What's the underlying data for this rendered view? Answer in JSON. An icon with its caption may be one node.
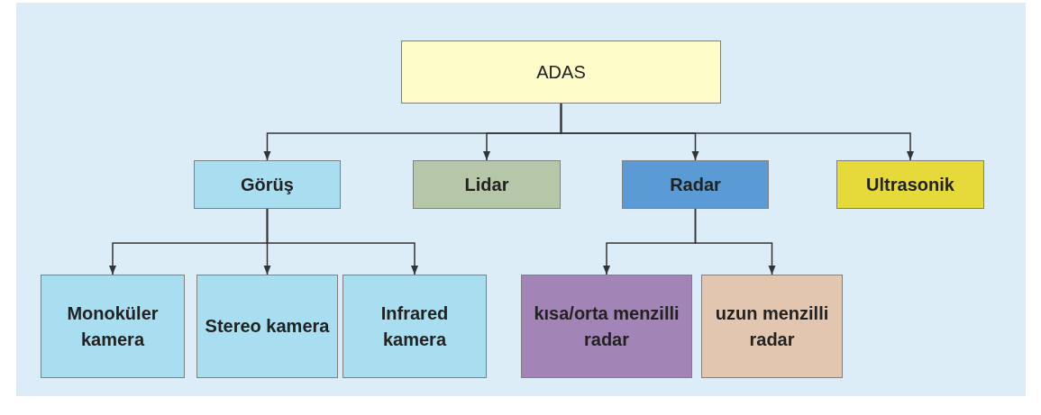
{
  "diagram": {
    "nodes": [
      {
        "text": [
          "ADAS"
        ]
      },
      {
        "text": [
          "Görüş"
        ]
      },
      {
        "text": [
          "Lidar"
        ]
      },
      {
        "text": [
          "Radar"
        ]
      },
      {
        "text": [
          "Ultrasonik"
        ]
      },
      {
        "text": [
          "Monoküler kamera"
        ]
      },
      {
        "text": [
          "Stereo kamera"
        ]
      },
      {
        "text": [
          "Infrared kamera"
        ]
      },
      {
        "text": [
          "kısa/orta menzilli radar"
        ]
      },
      {
        "text": [
          "uzun menzilli radar"
        ]
      }
    ],
    "edges": [
      {
        "from": 0,
        "to": 1,
        "arrow": "to"
      },
      {
        "from": 0,
        "to": 2,
        "arrow": "to"
      },
      {
        "from": 0,
        "to": 3,
        "arrow": "to"
      },
      {
        "from": 0,
        "to": 4,
        "arrow": "to"
      },
      {
        "from": 1,
        "to": 5,
        "arrow": "to"
      },
      {
        "from": 1,
        "to": 6,
        "arrow": "to"
      },
      {
        "from": 1,
        "to": 7,
        "arrow": "to"
      },
      {
        "from": 3,
        "to": 8,
        "arrow": "to"
      },
      {
        "from": 3,
        "to": 9,
        "arrow": "to"
      }
    ]
  }
}
